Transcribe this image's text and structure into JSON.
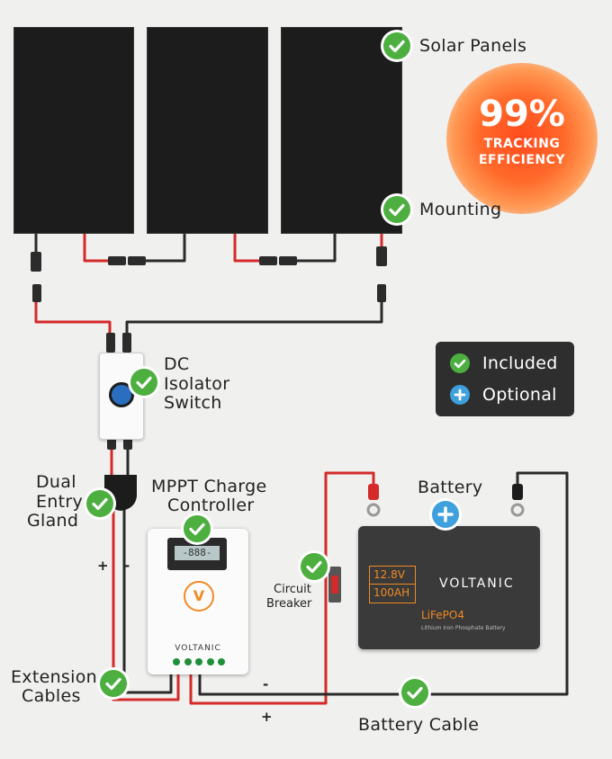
{
  "labels": {
    "solar_panels": "Solar Panels",
    "mounting": "Mounting",
    "dc_isolator": [
      "DC",
      "Isolator",
      "Switch"
    ],
    "dual_entry_gland": [
      "Dual",
      "Entry",
      "Gland"
    ],
    "mppt": [
      "MPPT Charge",
      "Controller"
    ],
    "battery": "Battery",
    "circuit_breaker": [
      "Circuit",
      "Breaker"
    ],
    "extension_cables": [
      "Extension",
      "Cables"
    ],
    "battery_cable": "Battery Cable",
    "plus_sign": "+",
    "minus_sign": "-"
  },
  "legend": {
    "included": "Included",
    "optional": "Optional"
  },
  "badge": {
    "value": "99%",
    "line1": "TRACKING",
    "line2": "EFFICIENCY"
  },
  "controller": {
    "display": "-888-",
    "brand": "VOLTANIC"
  },
  "battery_unit": {
    "voltage": "12.8V",
    "capacity": "100AH",
    "brand": "VOLTANIC",
    "chemistry": "LiFePO4",
    "subtitle": "Lithium Iron Phosphate Battery"
  },
  "colors": {
    "included": "#4caf3f",
    "optional": "#3ea0dd",
    "cable_red": "#d42a2a",
    "cable_black": "#2a2a2a",
    "battery_accent": "#f08a24"
  },
  "icons": {
    "included": "check-icon",
    "optional": "plus-icon"
  }
}
